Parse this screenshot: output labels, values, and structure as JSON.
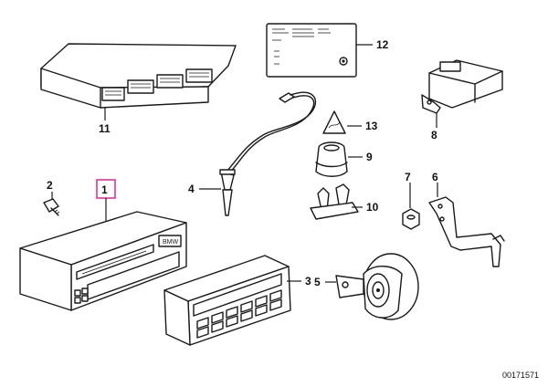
{
  "callouts": {
    "p1": "1",
    "p2": "2",
    "p3": "3",
    "p4": "4",
    "p5": "5",
    "p6": "6",
    "p7": "7",
    "p8": "8",
    "p9": "9",
    "p10": "10",
    "p11": "11",
    "p12": "12",
    "p13": "13"
  },
  "radio_model_text": "BMW",
  "drawing_number": "00171571",
  "colors": {
    "line": "#1a1a1a",
    "highlight": "#e0339a",
    "background": "#ffffff"
  }
}
